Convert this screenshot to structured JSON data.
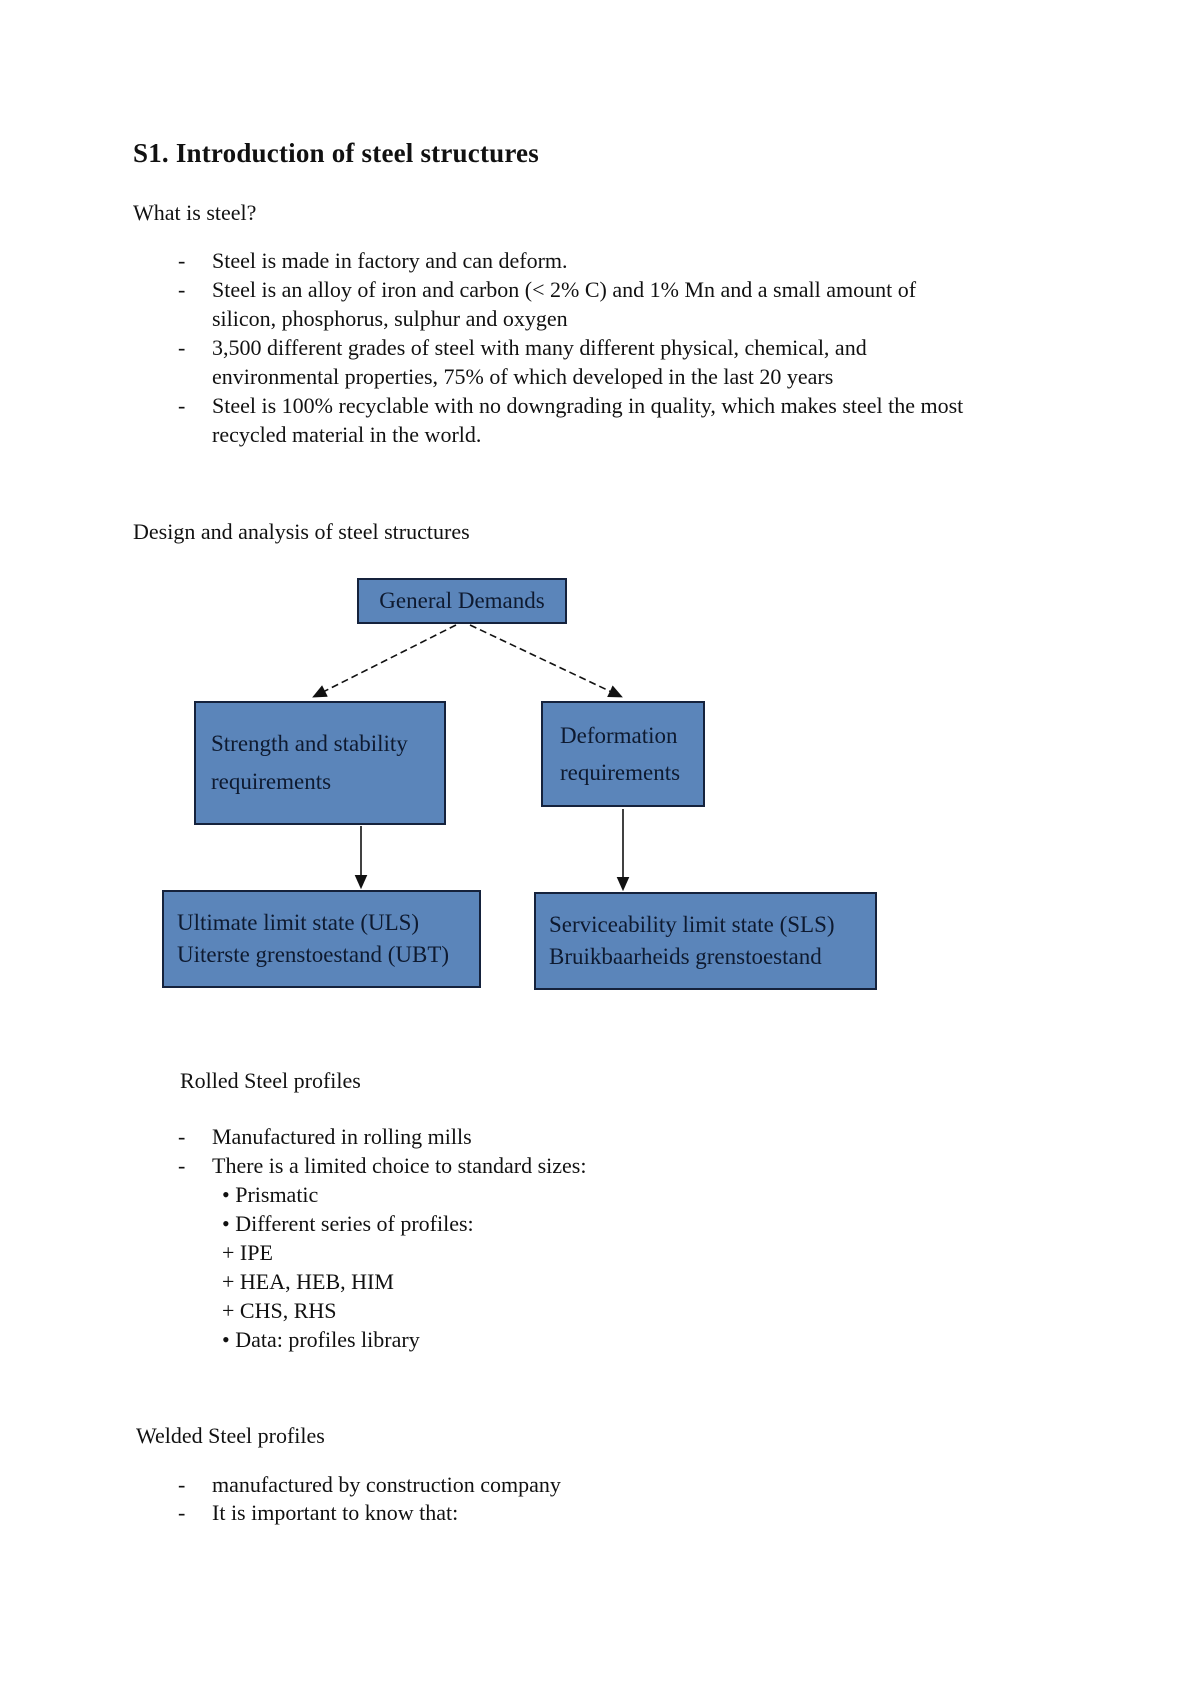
{
  "document": {
    "dash_marker": "-",
    "title": "S1. Introduction of steel structures",
    "what_is_steel": {
      "heading": "What is steel?",
      "bullets": [
        {
          "lines": [
            "Steel is made in factory and can deform."
          ]
        },
        {
          "lines": [
            "Steel is an alloy of iron and carbon (< 2% C) and 1% Mn and a small amount of",
            "silicon, phosphorus, sulphur and oxygen"
          ]
        },
        {
          "lines": [
            "3,500 different grades of steel with many different physical, chemical, and",
            "environmental properties, 75% of which developed in the last 20 years"
          ]
        },
        {
          "lines": [
            "Steel is 100% recyclable with no downgrading in quality, which makes steel the most",
            "recycled material in the world."
          ]
        }
      ]
    },
    "design_section": {
      "heading": "Design and analysis of steel structures",
      "diagram": {
        "box_fill": "#5b85ba",
        "box_border": "#15223c",
        "root": {
          "label": "General Demands"
        },
        "left_branch": {
          "lines": [
            "Strength and stability",
            "requirements"
          ]
        },
        "right_branch": {
          "lines": [
            "Deformation",
            "requirements"
          ]
        },
        "left_leaf": {
          "lines": [
            "Ultimate limit state (ULS)",
            "Uiterste grenstoestand (UBT)"
          ]
        },
        "right_leaf": {
          "lines": [
            "Serviceability limit state (SLS)",
            "Bruikbaarheids grenstoestand"
          ]
        }
      }
    },
    "rolled_section": {
      "heading": "Rolled Steel profiles",
      "bullets": [
        {
          "lines": [
            "Manufactured in rolling mills"
          ]
        },
        {
          "lines": [
            "There is a limited choice to standard sizes:"
          ]
        }
      ],
      "sub_items": [
        "• Prismatic",
        "• Different series of profiles:",
        "+ IPE",
        "+ HEA, HEB, HIM",
        "+ CHS, RHS",
        "• Data: profiles library"
      ]
    },
    "welded_section": {
      "heading": "Welded Steel profiles",
      "bullets": [
        {
          "lines": [
            "manufactured by construction company"
          ]
        },
        {
          "lines": [
            "It is important to know that:"
          ]
        }
      ]
    }
  }
}
